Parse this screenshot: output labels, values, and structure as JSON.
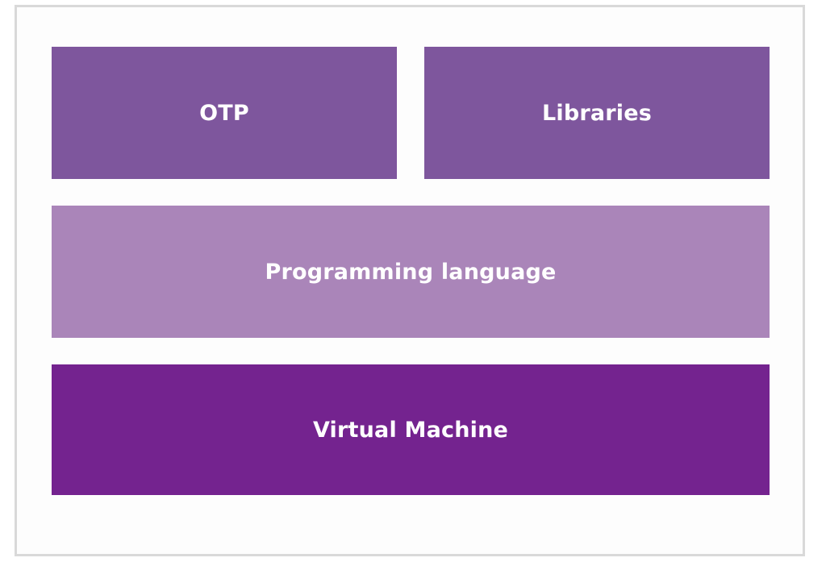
{
  "layers": {
    "otp": {
      "label": "OTP",
      "color": "#7e569d"
    },
    "libraries": {
      "label": "Libraries",
      "color": "#7e569d"
    },
    "programming_language": {
      "label": "Programming language",
      "color": "#aa85b9"
    },
    "virtual_machine": {
      "label": "Virtual Machine",
      "color": "#74238f"
    }
  }
}
